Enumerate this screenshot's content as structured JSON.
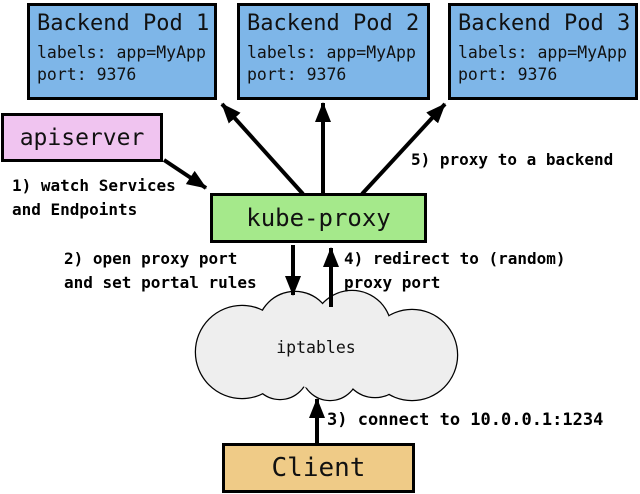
{
  "pods": [
    {
      "title": "Backend Pod 1",
      "labels_line": "labels: app=MyApp",
      "port_line": "port: 9376"
    },
    {
      "title": "Backend Pod 2",
      "labels_line": "labels: app=MyApp",
      "port_line": "port: 9376"
    },
    {
      "title": "Backend Pod 3",
      "labels_line": "labels: app=MyApp",
      "port_line": "port: 9376"
    }
  ],
  "apiserver_label": "apiserver",
  "kube_proxy_label": "kube-proxy",
  "iptables_label": "iptables",
  "client_label": "Client",
  "annotations": {
    "step1": "1) watch Services\nand Endpoints",
    "step2": "2) open proxy port\nand set portal rules",
    "step3": "3) connect to 10.0.0.1:1234",
    "step4": "4) redirect to (random)\nproxy port",
    "step5": "5) proxy to a backend"
  },
  "colors": {
    "pod_fill": "#7EB6E8",
    "apiserver_fill": "#F0C4F0",
    "kube_proxy_fill": "#A5E98B",
    "client_fill": "#EFCB87",
    "cloud_fill": "#EEEEEE",
    "outline": "#000000"
  }
}
